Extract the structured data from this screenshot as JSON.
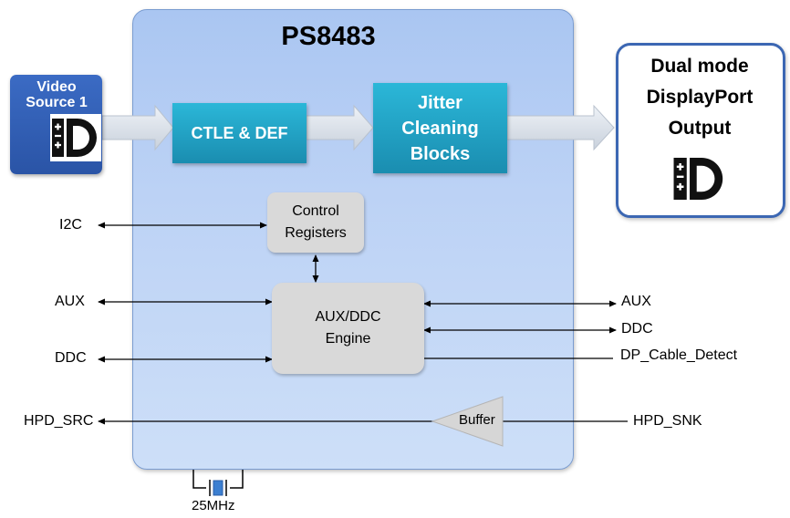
{
  "chip": {
    "title": "PS8483"
  },
  "source": {
    "label_line1": "Video",
    "label_line2": "Source 1",
    "logo_icon": "displayport-logo-icon"
  },
  "blocks": {
    "ctle": "CTLE & DEF",
    "jitter_line1": "Jitter",
    "jitter_line2": "Cleaning",
    "jitter_line3": "Blocks",
    "control_line1": "Control",
    "control_line2": "Registers",
    "auxddc_line1": "AUX/DDC",
    "auxddc_line2": "Engine",
    "buffer": "Buffer"
  },
  "output": {
    "line1": "Dual mode",
    "line2": "DisplayPort",
    "line3": "Output",
    "logo_icon": "displayport-logo-icon"
  },
  "left_signals": {
    "i2c": "I2C",
    "aux": "AUX",
    "ddc": "DDC",
    "hpd_src": "HPD_SRC"
  },
  "right_signals": {
    "aux": "AUX",
    "ddc": "DDC",
    "cable_detect": "DP_Cable_Detect",
    "hpd_snk": "HPD_SNK"
  },
  "crystal": {
    "label": "25MHz"
  },
  "colors": {
    "chip_fill": "#bcd2f5",
    "teal": "#1ea3c6",
    "source_blue": "#2f5fb5",
    "output_border": "#3c67b3"
  }
}
